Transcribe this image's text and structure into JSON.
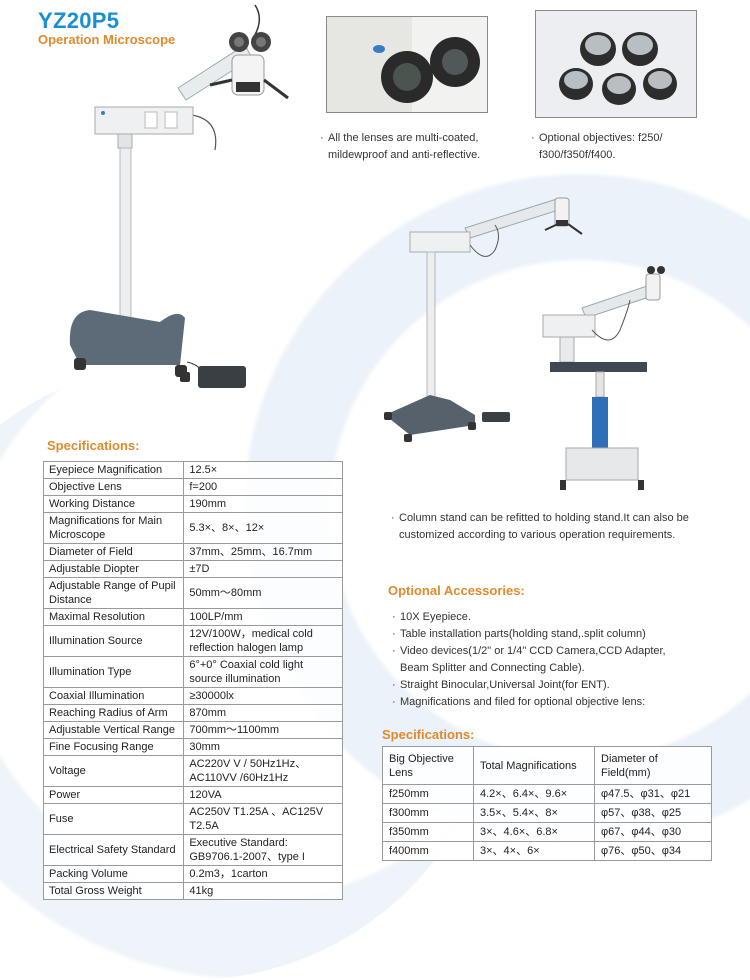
{
  "header": {
    "model": "YZ20P5",
    "subtitle": "Operation Microscope"
  },
  "images": {
    "main": "operation-microscope-floor-stand",
    "eyepiece_closeup": "binocular-eyepieces-closeup",
    "objectives": "five-optional-objective-lenses",
    "stand_variants": "column-stand-and-table-stand-microscopes"
  },
  "captions": {
    "lenses": [
      "All the lenses are multi-coated,",
      "mildewproof and anti-reflective."
    ],
    "objectives": [
      "Optional objectives: f250/",
      "f300/f350f/f400."
    ],
    "stand": [
      "Column stand can be refitted to  holding stand.It can also be",
      "customized according to various  operation requirements."
    ]
  },
  "specifications": {
    "heading": "Specifications:",
    "rows": [
      {
        "key": "Eyepiece Magnification",
        "value": "12.5×"
      },
      {
        "key": "Objective Lens",
        "value": "f=200"
      },
      {
        "key": "Working Distance",
        "value": "190mm"
      },
      {
        "key": "Magnifications for Main Microscope",
        "value": "5.3×、8×、12×"
      },
      {
        "key": "Diameter of Field",
        "value": "37mm、25mm、16.7mm"
      },
      {
        "key": "Adjustable Diopter",
        "value": "±7D"
      },
      {
        "key": "Adjustable Range of Pupil Distance",
        "value": "50mm～80mm"
      },
      {
        "key": "Maximal Resolution",
        "value": "100LP/mm"
      },
      {
        "key": "Illumination Source",
        "value": "12V/100W，medical cold reflection halogen lamp"
      },
      {
        "key": "Illumination Type",
        "value": "6°+0° Coaxial cold light source illumination"
      },
      {
        "key": "Coaxial Illumination",
        "value": "≥30000lx"
      },
      {
        "key": "Reaching Radius of Arm",
        "value": "870mm"
      },
      {
        "key": "Adjustable Vertical Range",
        "value": "700mm～1100mm"
      },
      {
        "key": "Fine Focusing Range",
        "value": "30mm"
      },
      {
        "key": "Voltage",
        "value": "AC220V V / 50Hz1Hz、AC110VV /60Hz1Hz"
      },
      {
        "key": "Power",
        "value": "120VA"
      },
      {
        "key": "Fuse",
        "value": "AC250V T1.25A 、AC125V T2.5A"
      },
      {
        "key": "Electrical Safety Standard",
        "value": "Executive Standard: GB9706.1-2007、type I"
      },
      {
        "key": "Packing Volume",
        "value": "0.2m3，1carton"
      },
      {
        "key": "Total Gross Weight",
        "value": "41kg"
      }
    ]
  },
  "accessories": {
    "heading": "Optional Accessories:",
    "items": [
      [
        "10X Eyepiece."
      ],
      [
        "Table installation parts(holding stand,.split column)"
      ],
      [
        "Video devices(1/2\" or 1/4\" CCD Camera,CCD Adapter,",
        "Beam Splitter and Connecting Cable)."
      ],
      [
        "Straight Binocular,Universal Joint(for ENT)."
      ],
      [
        "Magnifications and filed for optional objective lens:"
      ]
    ]
  },
  "objective_specs": {
    "heading": "Specifications:",
    "columns": [
      "Big Objective Lens",
      "Total Magnifications",
      "Diameter of Field(mm)"
    ],
    "rows": [
      [
        "f250mm",
        "4.2×、6.4×、9.6×",
        "φ47.5、φ31、φ21"
      ],
      [
        "f300mm",
        "3.5×、5.4×、8×",
        "φ57、φ38、φ25"
      ],
      [
        "f350mm",
        "3×、4.6×、6.8×",
        "φ67、φ44、φ30"
      ],
      [
        "f400mm",
        "3×、4×、6×",
        "φ76、φ50、φ34"
      ]
    ]
  },
  "colors": {
    "model_blue": "#1a8fd6",
    "heading_orange": "#e08a2c",
    "base_gray": "#5d6b78",
    "column_blue": "#2d6fb8"
  }
}
